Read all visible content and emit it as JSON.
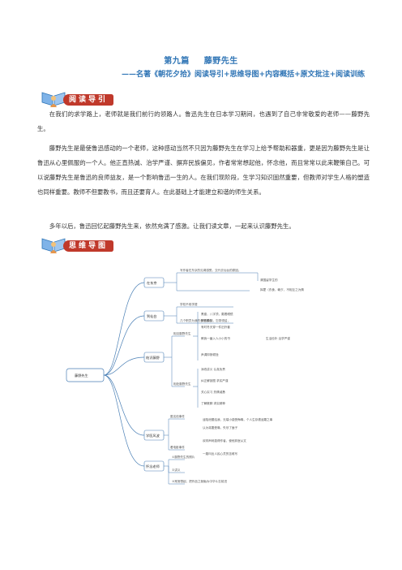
{
  "header": {
    "chapter": "第九篇",
    "title": "藤野先生",
    "subtitle": "——名著《朝花夕拾》阅读导引+思维导图+内容概括+原文批注+阅读训练"
  },
  "sections": [
    {
      "label": "阅读导引"
    },
    {
      "label": "思维导图"
    }
  ],
  "paragraphs": [
    "在我们的求学路上，老师就是我们前行的领路人。鲁迅先生在日本学习期间，也遇到了自己非常敬爱的老师——藤野先生。",
    "藤野先生是最使鲁迅感动的一个老师，这种感动当然不只因为藤野先生在学习上给予帮助和器重，更是因为藤野先生是让鲁迅从心里佩服的一个人。他正直热诚、治学严谨、摒弃民族偏见，作者常常想起他，怀念他，而且常常以此来鞭策自己。可以说藤野先生是鲁迅的良师益友，是一个影响鲁迅一生的人。在我们现阶段，生学习知识固然重要，但教师对学生人格的塑造也同样重要。教师不但要教书，而且还要育人。在此基础上才能建立和谐的师生关系。",
    "多年以后，鲁迅回忆起藤野先生来，依然充满了感激。让我们读文章，一起来认识藤野先生。"
  ],
  "mindmap": {
    "root": "藤野先生",
    "branches": [
      {
        "label": "在东京",
        "items": [
          {
            "text": "写作者在东京的见闻感受，交代去仙台的原因。",
            "notes": [
              "清国留学生的"
            ]
          },
          {
            "text": "",
            "notes": [
              "挥霍（衣食，朝夕，不相互之为情"
            ]
          }
        ]
      },
      {
        "label": "到仙台",
        "items": [
          {
            "text": "学校不收学费"
          },
          {
            "text": "几个职员为我的食宿操心"
          }
        ]
      },
      {
        "label": "结识藤野",
        "items": [
          {
            "text": "相见藤野先生",
            "notes": [
              "黑瘦，八字须，戴着眼镜",
              "穿衣模糊，忘带领结，",
              "有时冬天穿一件旧外套",
              "教我一番入人小小的书",
              "生活俭朴 治学严谨",
              "声调抑扬顿挫"
            ]
          },
          {
            "text": "相处藤野先生",
            "notes": [
              "添改讲义  认真负责",
              "纠正解剖图  求实严谨",
              "关心实习  热情诚恳",
              "了解裹脚  求实精神"
            ]
          }
        ]
      },
      {
        "label": "学医风波",
        "items": [
          {
            "text": "匿名信事件",
            "notes": [
              "诬陷泄题给我，无端小感受侮辱，个人生存遭诬蔑之事",
              "认为将要受辱，失尽了面子"
            ]
          },
          {
            "text": "看电影事件",
            "notes": [
              "欢呼声刺激得作者，使他弃医从文",
              "一路叫出人民心灵的苦难写"
            ]
          }
        ]
      },
      {
        "label": "怀念老师",
        "items": [
          {
            "text": "①藤野先生的照片"
          },
          {
            "text": "②讲义"
          },
          {
            "text": "③常常想起，把作品之勤勉为中华斗志前进"
          }
        ]
      }
    ]
  }
}
